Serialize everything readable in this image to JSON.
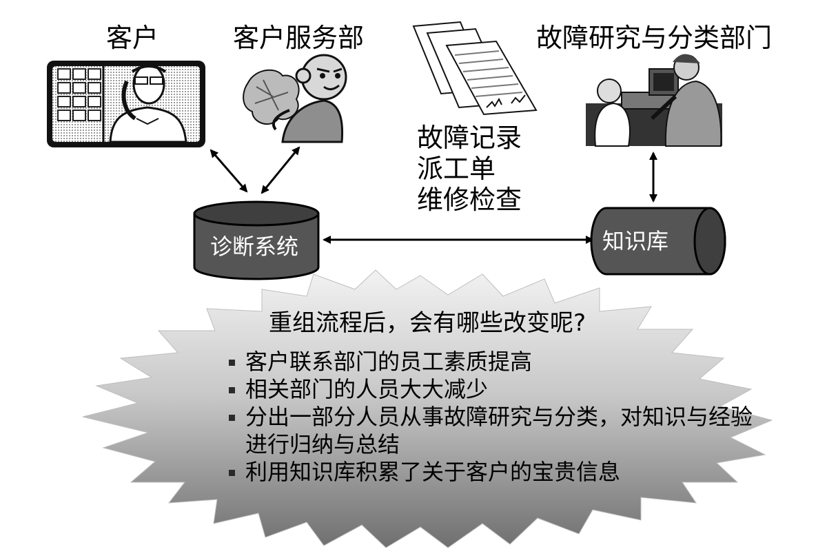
{
  "actors": {
    "customer": "客户",
    "service_dept": "客户服务部",
    "research_dept": "故障研究与分类部门"
  },
  "documents": [
    "故障记录",
    "派工单",
    "维修检查"
  ],
  "systems": {
    "diagnosis": "诊断系统",
    "knowledge_base": "知识库"
  },
  "burst": {
    "title": "重组流程后，会有哪些改变呢?",
    "items": [
      "客户联系部门的员工素质提高",
      "相关部门的人员大大减少",
      "分出一部分人员从事故障研究与分类，对知识与经验进行归纳与总结",
      "利用知识库积累了关于客户的宝贵信息"
    ]
  },
  "colors": {
    "cylinder_fill": "#555555",
    "cylinder_top": "#3f3f3f",
    "burst_light": "#eeeeee",
    "burst_dark": "#7a7a7a"
  }
}
